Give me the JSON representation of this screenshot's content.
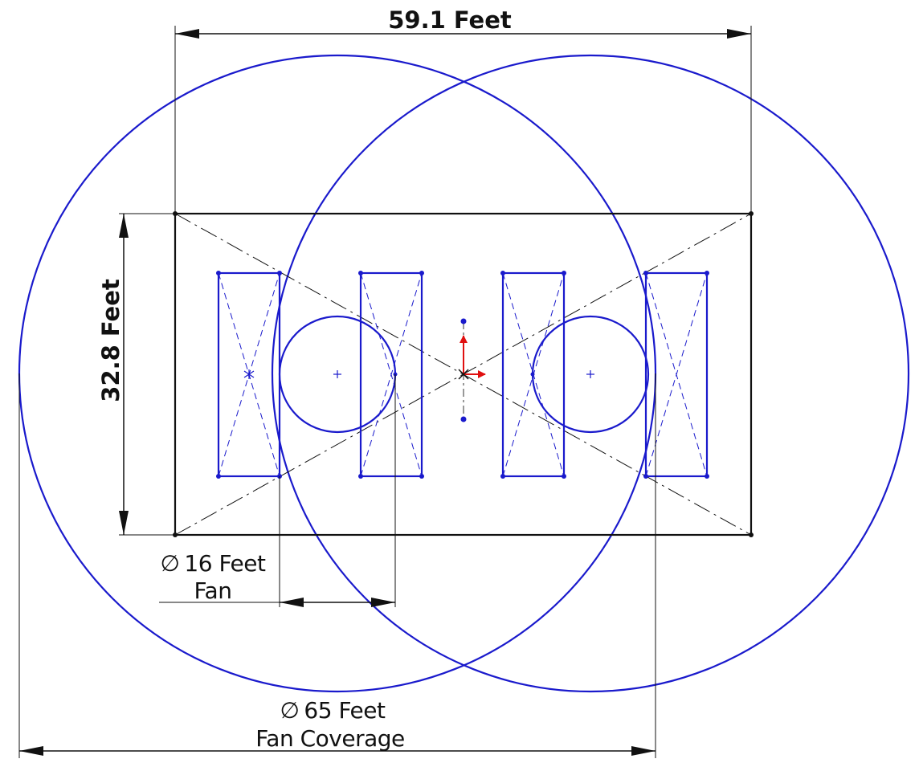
{
  "dimensions": {
    "width_label": "59.1 Feet",
    "height_label": "32.8 Feet",
    "fan_diameter_symbol": "∅",
    "fan_diameter_value": "16 Feet",
    "fan_label": "Fan",
    "coverage_symbol": "∅",
    "coverage_value": "65 Feet",
    "coverage_label": "Fan Coverage"
  },
  "colors": {
    "geometry": "#1a1acc",
    "outline": "#111111",
    "origin_arrow": "#e01010"
  }
}
